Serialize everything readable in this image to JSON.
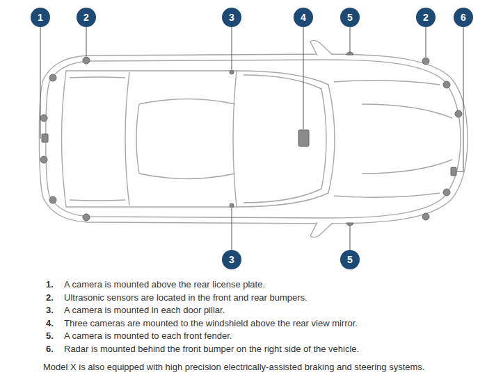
{
  "diagram": {
    "nodes": [
      {
        "text": [
          "1"
        ]
      },
      {
        "text": [
          "2"
        ]
      },
      {
        "text": [
          "3"
        ]
      },
      {
        "text": [
          "4"
        ]
      },
      {
        "text": [
          "5"
        ]
      },
      {
        "text": [
          "2"
        ]
      },
      {
        "text": [
          "6"
        ]
      },
      {
        "text": [
          "3"
        ]
      },
      {
        "text": [
          "5"
        ]
      }
    ],
    "labels": [
      "1.",
      "A camera is mounted above the rear license plate.",
      "2.",
      "Ultrasonic sensors are located in the front and rear bumpers.",
      "3.",
      "A camera is mounted in each door pillar.",
      "4.",
      "Three cameras are mounted to the windshield above the rear view mirror.",
      "5.",
      "A camera is mounted to each front fender.",
      "6.",
      "Radar is mounted behind the front bumper on the right side of the vehicle.",
      "Model X is also equipped with high precision electrically-assisted braking and steering systems."
    ]
  }
}
